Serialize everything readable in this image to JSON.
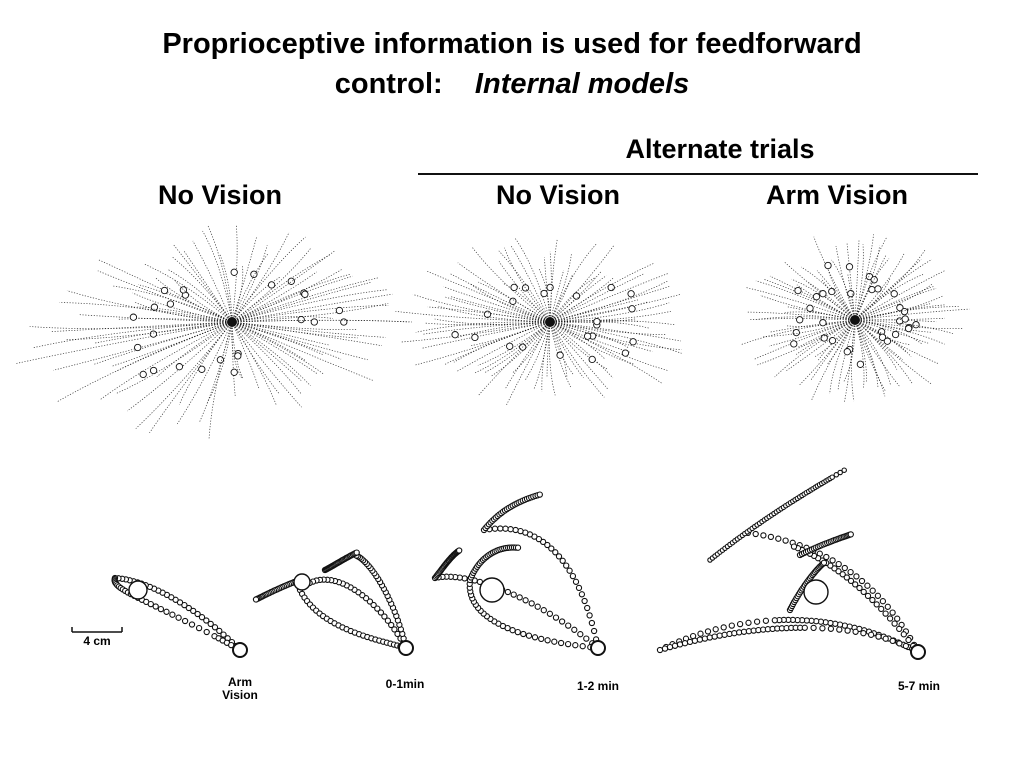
{
  "slide": {
    "title_line1": "Proprioceptive information is used for feedforward",
    "title_line2_plain": "control:",
    "title_line2_italic": "Internal models"
  },
  "figure_top": {
    "group_header": "Alternate trials",
    "panels": [
      {
        "label": "No Vision"
      },
      {
        "label": "No Vision"
      },
      {
        "label": "Arm Vision"
      }
    ]
  },
  "figure_bottom": {
    "scale_bar": "4 cm",
    "panels": [
      {
        "label_line1": "Arm",
        "label_line2": "Vision"
      },
      {
        "label_line1": "0-1min",
        "label_line2": ""
      },
      {
        "label_line1": "1-2 min",
        "label_line2": ""
      },
      {
        "label_line1": "5-7 min",
        "label_line2": ""
      }
    ]
  },
  "colors": {
    "ink": "#111111",
    "background": "#ffffff"
  }
}
